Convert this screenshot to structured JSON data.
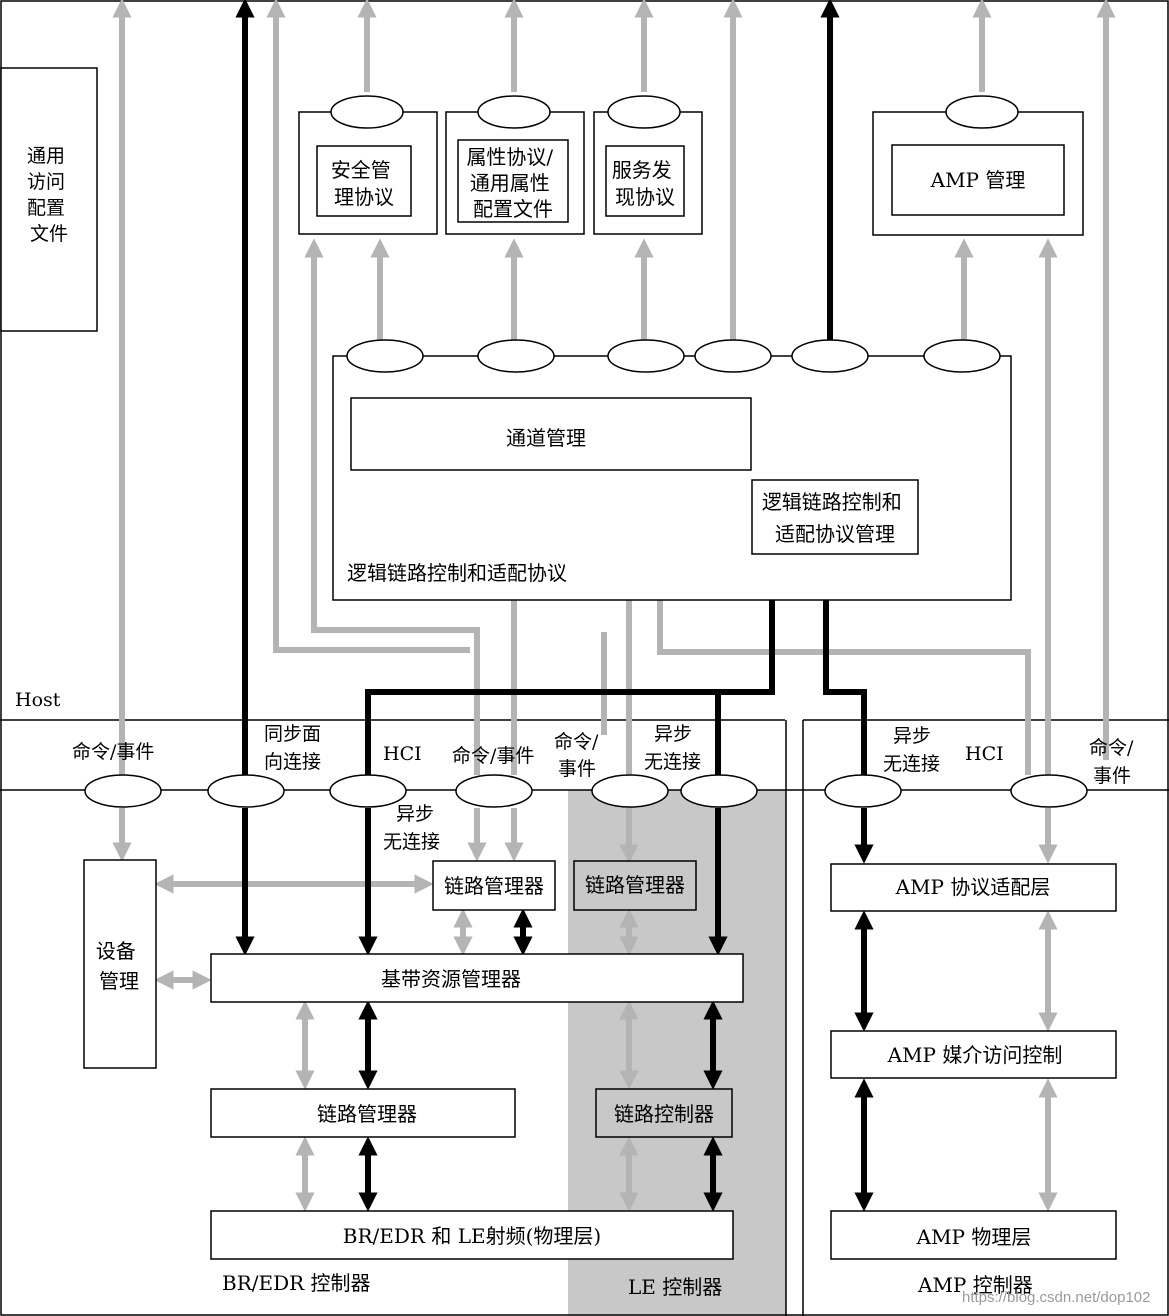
{
  "host": {
    "label": "Host",
    "gap_box": "通用访问配置文件",
    "smp": "安全管理协议",
    "att_line1": "属性协议/",
    "att_line2": "通用属性",
    "att_line3": "配置文件",
    "sdp": "服务发现协议",
    "amp_manager": "AMP 管理",
    "channel_manager": "通道管理",
    "l2cap_resource_line1": "逻辑链路控制和",
    "l2cap_resource_line2": "适配协议管理",
    "l2cap_label": "逻辑链路控制和适配协议"
  },
  "hci_layer": {
    "cmd_event_1": "命令/事件",
    "sync_line1": "同步面",
    "sync_line2": "向连接",
    "hci_1": "HCI",
    "async_lower_line1": "异步",
    "async_lower_line2": "无连接",
    "cmd_event_2": "命令/事件",
    "cmd_event_3_line1": "命令/",
    "cmd_event_3_line2": "事件",
    "async_le_line1": "异步",
    "async_le_line2": "无连接",
    "async_amp_line1": "异步",
    "async_amp_line2": "无连接",
    "hci_2": "HCI",
    "cmd_event_4_line1": "命令/",
    "cmd_event_4_line2": "事件"
  },
  "bredr": {
    "device_manager": "设备管理",
    "link_manager_upper": "链路管理器",
    "baseband": "基带资源管理器",
    "link_manager_lower": "链路管理器",
    "radio": "BR/EDR 和 LE射频(物理层)",
    "label": "BR/EDR 控制器"
  },
  "le": {
    "link_manager": "链路管理器",
    "link_controller": "链路控制器",
    "label": "LE 控制器"
  },
  "amp": {
    "pal": "AMP 协议适配层",
    "mac": "AMP 媒介访问控制",
    "phy": "AMP 物理层",
    "label": "AMP 控制器"
  },
  "watermark": "https://blog.csdn.net/dop102",
  "colors": {
    "gray_arrow": "#b4b4b4",
    "black_arrow": "#000000",
    "le_shade": "#c8c8c8"
  }
}
